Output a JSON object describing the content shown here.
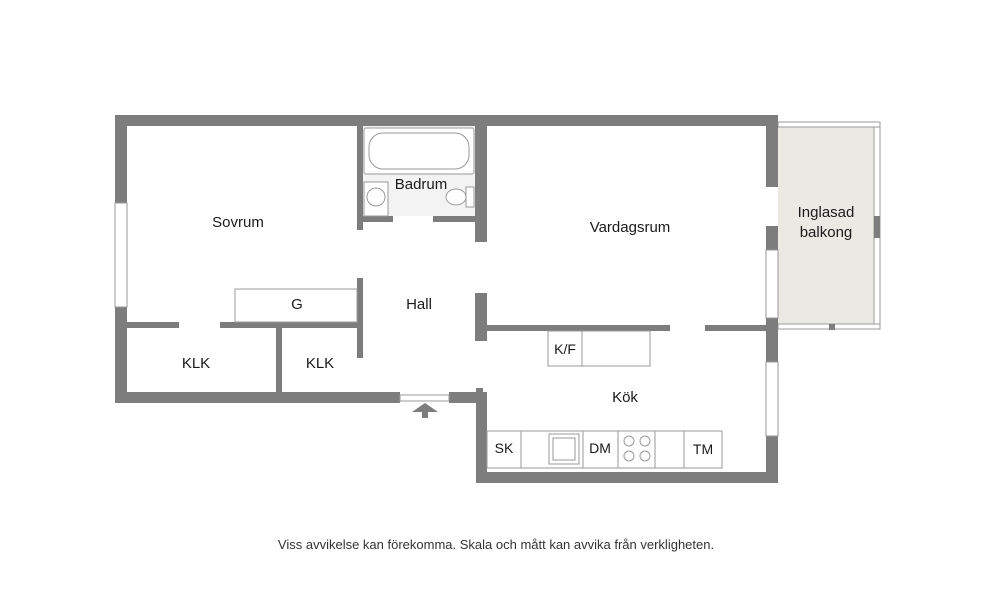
{
  "rooms": {
    "sovrum": "Sovrum",
    "badrum": "Badrum",
    "vardagsrum": "Vardagsrum",
    "balkong_line1": "Inglasad",
    "balkong_line2": "balkong",
    "hall": "Hall",
    "klk_1": "KLK",
    "klk_2": "KLK",
    "kok": "Kök"
  },
  "fixtures": {
    "garderob": "G",
    "kyl_frys": "K/F",
    "spis_kyl": "SK",
    "diskmaskin": "DM",
    "tvattmaskin": "TM"
  },
  "disclaimer": "Viss avvikelse kan förekomma. Skala och mått kan avvika från verkligheten.",
  "colors": {
    "wall": "#7d7d7d",
    "balcony_fill": "#ebe9e4"
  }
}
